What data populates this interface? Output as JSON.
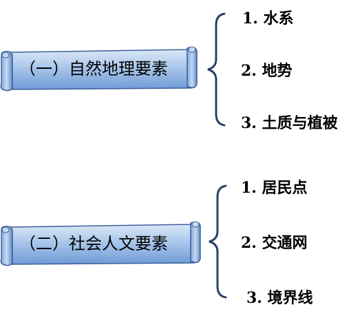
{
  "groups": [
    {
      "title": "（一）自然地理要素",
      "items": [
        "1. 水系",
        "2. 地势",
        "3. 土质与植被"
      ]
    },
    {
      "title": "（二）社会人文要素",
      "items": [
        "1. 居民点",
        "2. 交通网",
        "3. 境界线"
      ]
    }
  ],
  "colors": {
    "scroll_fill_top": "#dbe8f7",
    "scroll_fill_mid": "#a9c6ea",
    "scroll_fill_bottom": "#6f9bd6",
    "scroll_stroke": "#3b5f9a",
    "brace": "#2a3f6b",
    "text": "#000000"
  }
}
